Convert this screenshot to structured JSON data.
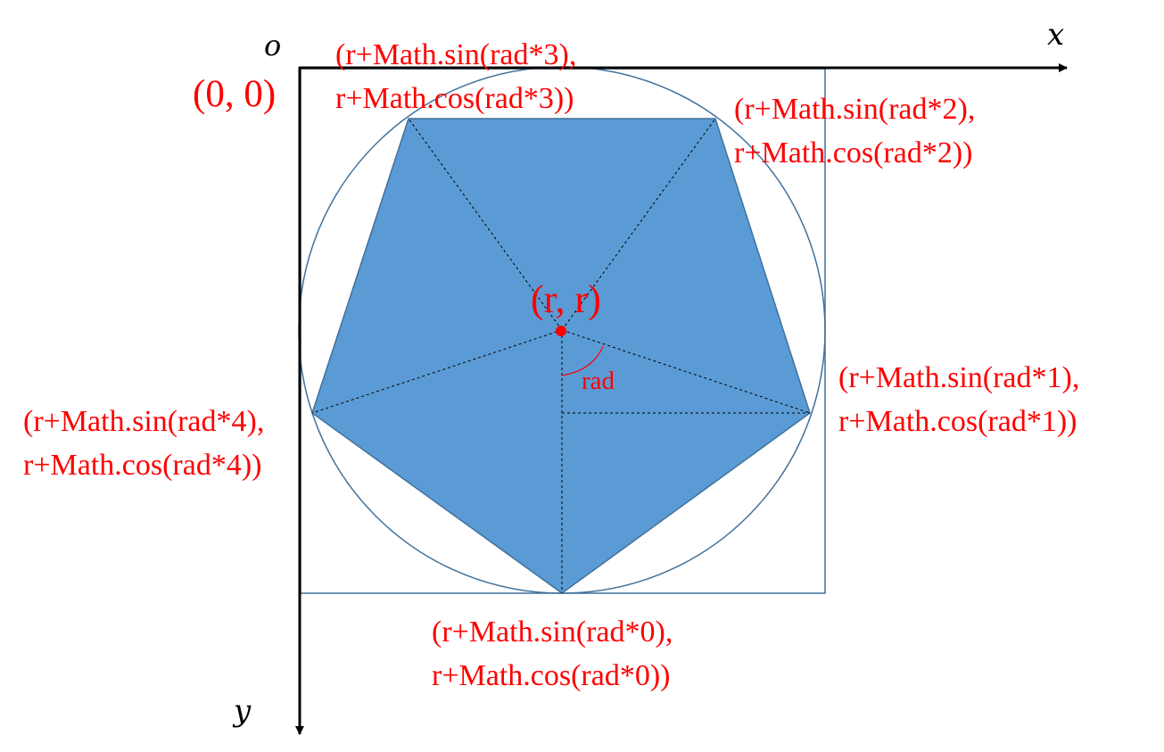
{
  "colors": {
    "label": "#ff0000",
    "axis": "#000000",
    "pentagon_fill": "#5b9bd5",
    "outline": "#41719c",
    "background": "#ffffff"
  },
  "axes": {
    "origin_letter": "o",
    "x_letter": "x",
    "y_letter": "y"
  },
  "labels": {
    "origin": "(0, 0)",
    "center": "(r, r)",
    "angle": "rad",
    "vertex_0": {
      "line1": "(r+Math.sin(rad*0),",
      "line2": "r+Math.cos(rad*0))"
    },
    "vertex_1": {
      "line1": "(r+Math.sin(rad*1),",
      "line2": "r+Math.cos(rad*1))"
    },
    "vertex_2": {
      "line1": "(r+Math.sin(rad*2),",
      "line2": "r+Math.cos(rad*2))"
    },
    "vertex_3": {
      "line1": "(r+Math.sin(rad*3),",
      "line2": "r+Math.cos(rad*3))"
    },
    "vertex_4": {
      "line1": "(r+Math.sin(rad*4),",
      "line2": "r+Math.cos(rad*4))"
    }
  }
}
